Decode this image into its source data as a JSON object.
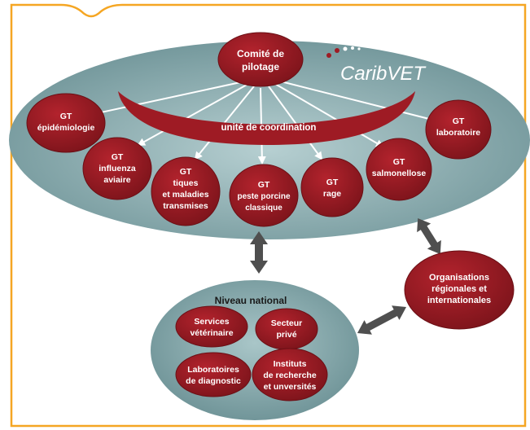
{
  "diagram": {
    "steering": [
      "Comité de",
      "pilotage"
    ],
    "coordination": "unité de coordination",
    "logo": "CaribVET",
    "groups": [
      [
        "GT",
        "épidémiologie"
      ],
      [
        "GT",
        "influenza",
        "aviaire"
      ],
      [
        "GT",
        "tiques",
        "et maladies",
        "transmises"
      ],
      [
        "GT",
        "peste porcine",
        "classique"
      ],
      [
        "GT",
        "rage"
      ],
      [
        "GT",
        "salmonellose"
      ],
      [
        "GT",
        "laboratoire"
      ]
    ],
    "national_title": "Niveau national",
    "national": [
      [
        "Services",
        "vétérinaire"
      ],
      [
        "Secteur",
        "privé"
      ],
      [
        "Laboratoires",
        "de diagnostic"
      ],
      [
        "Instituts",
        "de recherche",
        "et unversités"
      ]
    ],
    "regional": [
      "Organisations",
      "régionales et",
      "internationales"
    ],
    "colors": {
      "frame": "#f5a623",
      "ellipse": "#8fb1b4",
      "node": "#9e1b24",
      "arrow": "#4f4f4f"
    }
  }
}
